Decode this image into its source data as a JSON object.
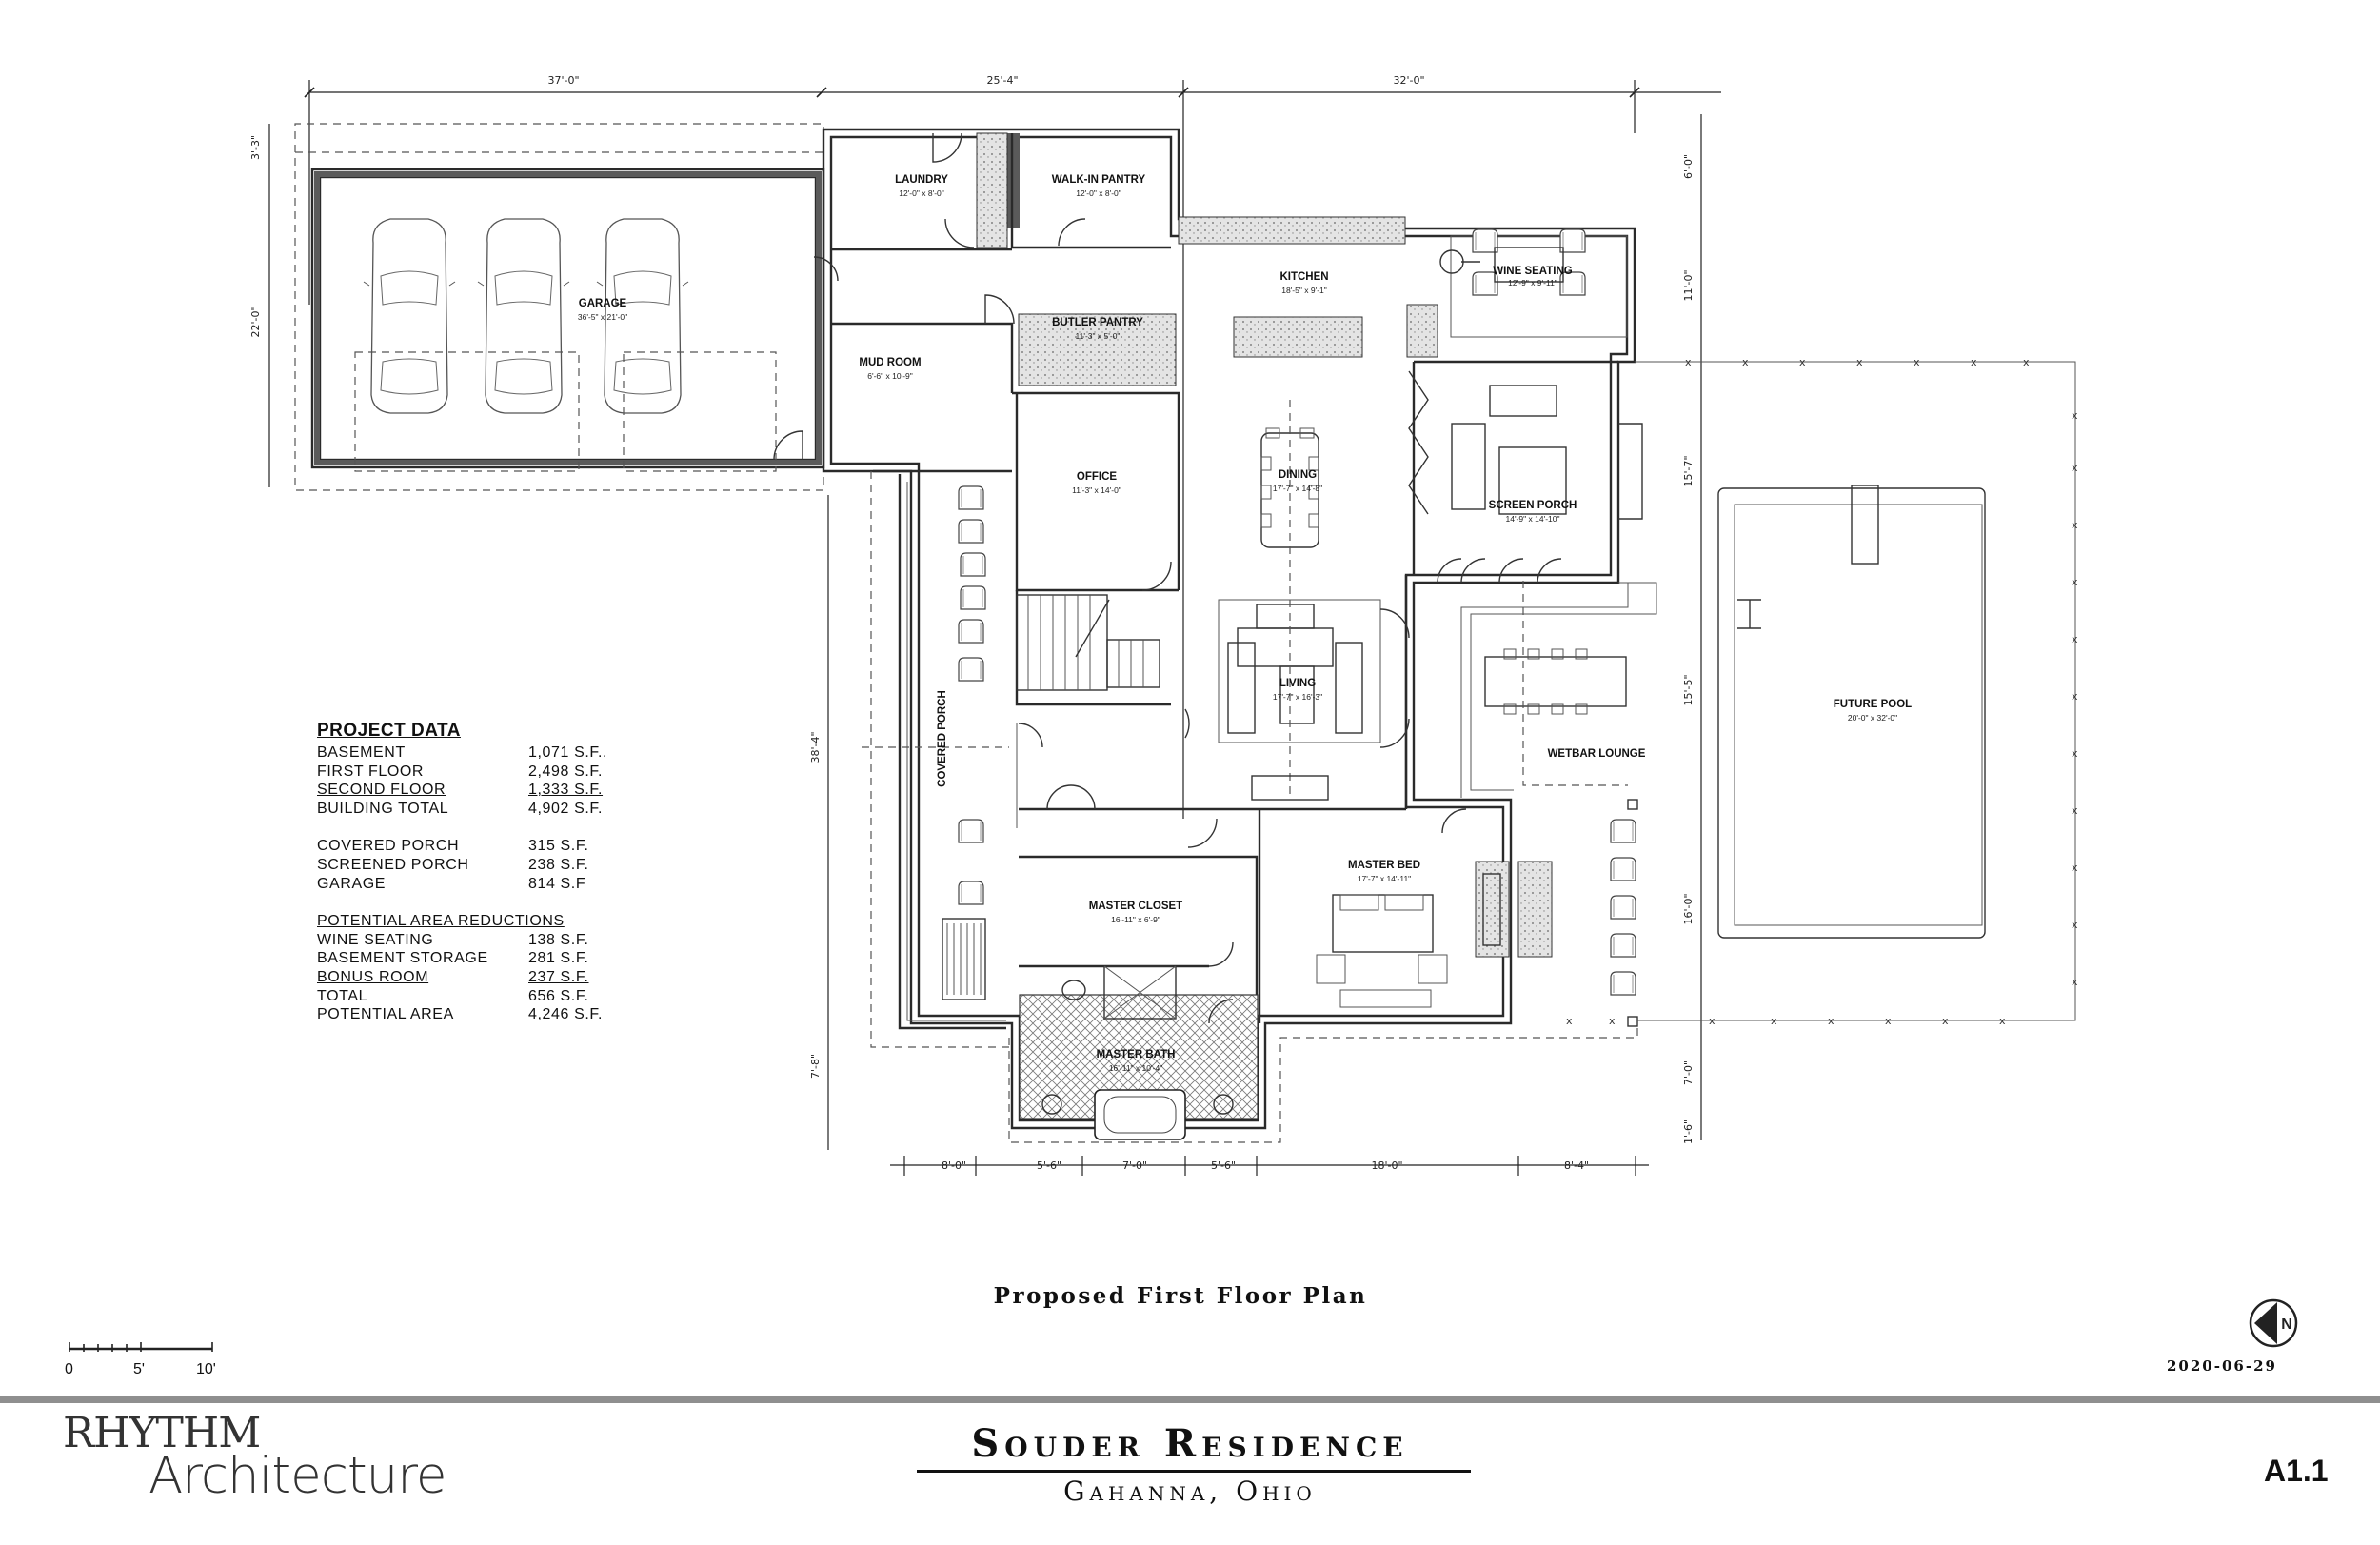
{
  "rooms": [
    {
      "name": "GARAGE",
      "size": "36'-5\" x 21'-0\""
    },
    {
      "name": "LAUNDRY",
      "size": "12'-0\" x 8'-0\""
    },
    {
      "name": "WALK-IN PANTRY",
      "size": "12'-0\" x 8'-0\""
    },
    {
      "name": "KITCHEN",
      "size": "18'-5\" x 9'-1\""
    },
    {
      "name": "WINE SEATING",
      "size": "12'-9\" x 9'-11\""
    },
    {
      "name": "BUTLER PANTRY",
      "size": "11'-3\" x 5'-0\""
    },
    {
      "name": "MUD ROOM",
      "size": "6'-6\" x 10'-9\""
    },
    {
      "name": "OFFICE",
      "size": "11'-3\" x 14'-0\""
    },
    {
      "name": "DINING",
      "size": "17'-7\" x 14'-8\""
    },
    {
      "name": "SCREEN PORCH",
      "size": "14'-9\" x 14'-10\""
    },
    {
      "name": "LIVING",
      "size": "17'-7\" x 16'-3\""
    },
    {
      "name": "WETBAR LOUNGE",
      "size": ""
    },
    {
      "name": "COVERED PORCH",
      "size": ""
    },
    {
      "name": "MASTER BED",
      "size": "17'-7\" x 14'-11\""
    },
    {
      "name": "MASTER CLOSET",
      "size": "16'-11\" x 6'-9\""
    },
    {
      "name": "MASTER BATH",
      "size": "16'-11\" x 10'-4\""
    },
    {
      "name": "FUTURE POOL",
      "size": "20'-0\" x 32'-0\""
    }
  ],
  "dimensions": {
    "top": [
      "37'-0\"",
      "25'-4\"",
      "32'-0\""
    ],
    "left": [
      "3'-3\"",
      "22'-0\"",
      "38'-4\"",
      "7'-8\""
    ],
    "right": [
      "6'-0\"",
      "11'-0\"",
      "15'-7\"",
      "15'-5\"",
      "16'-0\"",
      "7'-0\"",
      "1'-6\""
    ],
    "bottom": [
      "8'-0\"",
      "5'-6\"",
      "7'-0\"",
      "5'-6\"",
      "18'-0\"",
      "8'-4\""
    ]
  },
  "project_data": {
    "title": "PROJECT DATA",
    "group1": [
      {
        "label": "BASEMENT",
        "value": "1,071 S.F.."
      },
      {
        "label": "FIRST FLOOR",
        "value": "2,498 S.F."
      },
      {
        "label": "SECOND FLOOR",
        "value": "1,333 S.F."
      },
      {
        "label": "BUILDING TOTAL",
        "value": "4,902 S.F."
      }
    ],
    "group2": [
      {
        "label": "COVERED PORCH",
        "value": "315 S.F."
      },
      {
        "label": "SCREENED PORCH",
        "value": "238 S.F."
      },
      {
        "label": "GARAGE",
        "value": "814 S.F"
      }
    ],
    "reductions_title": "POTENTIAL AREA REDUCTIONS",
    "group3": [
      {
        "label": "WINE SEATING",
        "value": "138 S.F."
      },
      {
        "label": "BASEMENT STORAGE",
        "value": "281 S.F."
      },
      {
        "label": "BONUS ROOM",
        "value": "237 S.F."
      },
      {
        "label": "TOTAL",
        "value": "656 S.F."
      },
      {
        "label": "POTENTIAL AREA",
        "value": "4,246 S.F."
      }
    ]
  },
  "fence_marker": "x",
  "plan_title": "Proposed First Floor Plan",
  "date": "2020-06-29",
  "scale": {
    "labels": [
      "0",
      "5'",
      "10'"
    ]
  },
  "north_label": "N",
  "firm": {
    "line1": "RHYTHM",
    "line2": "Architecture"
  },
  "project": {
    "name": "Souder Residence",
    "location": "Gahanna, Ohio"
  },
  "sheet_number": "A1.1"
}
